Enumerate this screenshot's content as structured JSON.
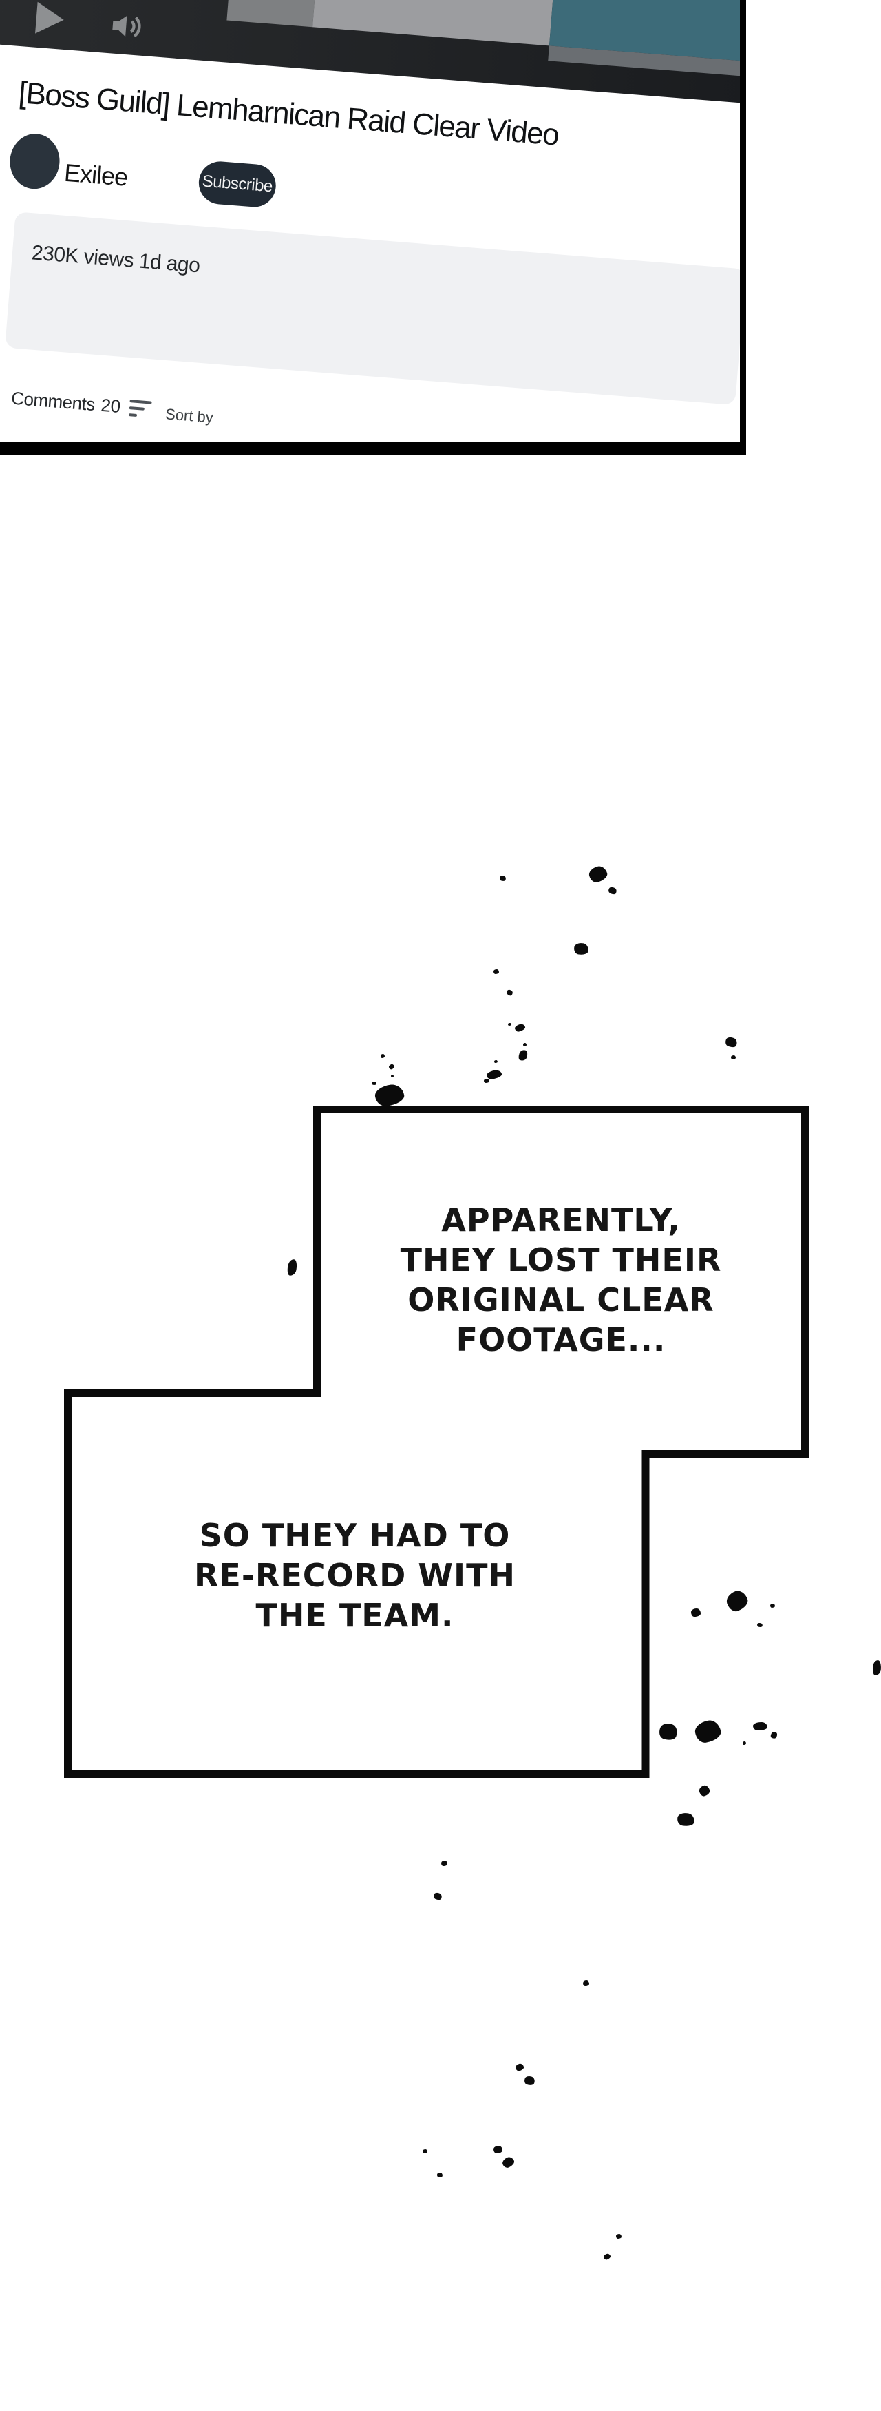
{
  "video_page": {
    "title": "[Boss Guild] Lemharnican Raid Clear Video",
    "channel": {
      "name": "Exilee",
      "subscribe_label": "Subscribe"
    },
    "stats_line": "230K views 1d ago",
    "comments": {
      "label": "Comments",
      "count": "20",
      "sort_label": "Sort by"
    },
    "player_icons": [
      "play-icon",
      "speaker-icon"
    ]
  },
  "speech_bubbles": {
    "bubble1": {
      "lines": [
        "APPARENTLY,",
        "THEY LOST THEIR",
        "ORIGINAL CLEAR",
        "FOOTAGE..."
      ]
    },
    "bubble2": {
      "lines": [
        "SO THEY HAD TO",
        "RE-RECORD WITH",
        "THE TEAM."
      ]
    }
  },
  "colors": {
    "player_bar_left": "#2a2c2e",
    "player_bar_right": "#17191c",
    "video_teal": "#3d6b79",
    "video_gray_mid": "#7e8082",
    "video_gray_light": "#9c9da0",
    "avatar": "#2a333c",
    "subscribe_bg": "#212a34",
    "desc_box": "#f0f1f3",
    "panel_border": "#000000",
    "bubble_border": "#0a0a0a",
    "ink": "#0b0b0b"
  },
  "ink_specks": [
    [
      726,
      1271,
      9,
      8,
      20
    ],
    [
      856,
      1258,
      26,
      22,
      -15
    ],
    [
      884,
      1288,
      12,
      10,
      30
    ],
    [
      834,
      1369,
      21,
      17,
      10
    ],
    [
      717,
      1407,
      8,
      7,
      0
    ],
    [
      736,
      1437,
      9,
      8,
      45
    ],
    [
      553,
      1530,
      6,
      6,
      0
    ],
    [
      565,
      1545,
      8,
      7,
      -20
    ],
    [
      540,
      1570,
      7,
      5,
      10
    ],
    [
      545,
      1575,
      42,
      30,
      -8
    ],
    [
      568,
      1560,
      4,
      4,
      0
    ],
    [
      738,
      1485,
      5,
      4,
      0
    ],
    [
      748,
      1487,
      15,
      10,
      -15
    ],
    [
      760,
      1514,
      5,
      5,
      0
    ],
    [
      754,
      1524,
      12,
      16,
      20
    ],
    [
      718,
      1539,
      5,
      4,
      0
    ],
    [
      707,
      1554,
      22,
      12,
      -10
    ],
    [
      703,
      1566,
      8,
      6,
      0
    ],
    [
      1054,
      1506,
      17,
      14,
      25
    ],
    [
      1062,
      1532,
      7,
      6,
      0
    ],
    [
      418,
      1828,
      13,
      24,
      10
    ],
    [
      1004,
      2335,
      14,
      12,
      0
    ],
    [
      1056,
      2310,
      30,
      28,
      -20
    ],
    [
      1119,
      2328,
      7,
      6,
      0
    ],
    [
      1100,
      2356,
      8,
      6,
      15
    ],
    [
      1268,
      2410,
      12,
      22,
      5
    ],
    [
      958,
      2502,
      26,
      24,
      20
    ],
    [
      1010,
      2498,
      37,
      31,
      -10
    ],
    [
      1094,
      2500,
      21,
      12,
      0
    ],
    [
      1120,
      2514,
      9,
      10,
      30
    ],
    [
      1079,
      2528,
      5,
      5,
      0
    ],
    [
      1016,
      2592,
      15,
      15,
      -15
    ],
    [
      984,
      2632,
      25,
      19,
      10
    ],
    [
      641,
      2701,
      9,
      8,
      0
    ],
    [
      630,
      2748,
      12,
      10,
      25
    ],
    [
      847,
      2875,
      9,
      8,
      0
    ],
    [
      749,
      2996,
      12,
      10,
      -15
    ],
    [
      762,
      3014,
      15,
      13,
      20
    ],
    [
      717,
      3115,
      13,
      11,
      0
    ],
    [
      730,
      3132,
      17,
      14,
      -25
    ],
    [
      614,
      3120,
      7,
      6,
      0
    ],
    [
      635,
      3154,
      8,
      7,
      15
    ],
    [
      895,
      3243,
      8,
      7,
      0
    ],
    [
      877,
      3272,
      10,
      8,
      -20
    ]
  ]
}
